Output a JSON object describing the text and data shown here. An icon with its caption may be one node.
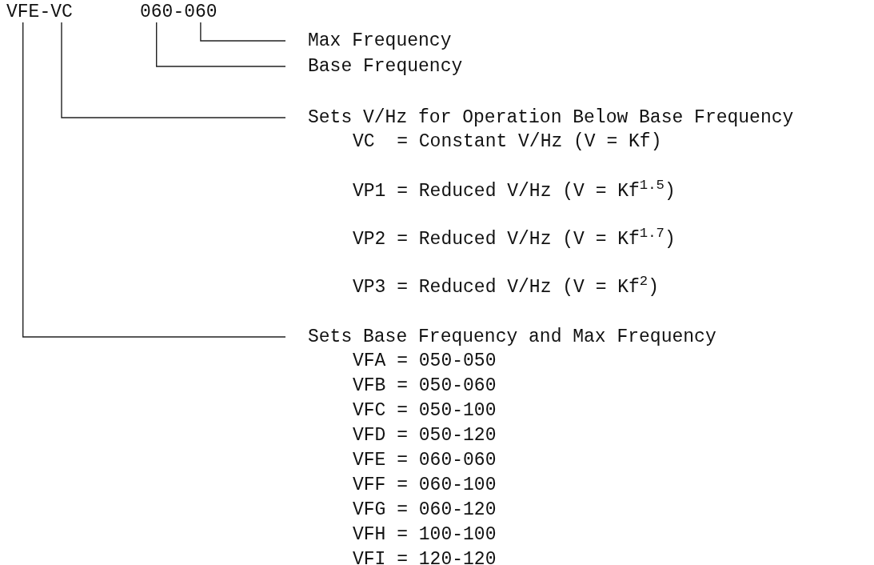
{
  "diagram": {
    "nodes": [
      {
        "text": [
          "VFE"
        ]
      },
      {
        "text": [
          "VC"
        ]
      },
      {
        "text": [
          "060"
        ]
      },
      {
        "text": [
          "060"
        ]
      },
      {
        "text": [
          "Max Frequency"
        ]
      },
      {
        "text": [
          "Base Frequency"
        ]
      },
      {
        "text": [
          "Sets V/Hz for Operation Below Base Frequency",
          "VC  = Constant V/Hz (V = Kf)",
          "VP1 = Reduced V/Hz (V = Kf$^{1.5}$)",
          "VP2 = Reduced V/Hz (V = Kf$^{1.7}$)",
          "VP3 = Reduced V/Hz (V = Kf$^{2}$)"
        ]
      },
      {
        "text": [
          "Sets Base Frequency and Max Frequency",
          "VFA = 050-050",
          "VFB = 050-060",
          "VFC = 050-100",
          "VFD = 050-120",
          "VFE = 060-060",
          "VFF = 060-100",
          "VFG = 060-120",
          "VFH = 100-100",
          "VFI = 120-120"
        ]
      }
    ],
    "edges": [
      {
        "from": 3,
        "to": 4,
        "arrow": "none"
      },
      {
        "from": 2,
        "to": 5,
        "arrow": "none"
      },
      {
        "from": 1,
        "to": 6,
        "arrow": "none"
      },
      {
        "from": 0,
        "to": 7,
        "arrow": "none"
      }
    ],
    "labels": [
      "-",
      "-"
    ]
  }
}
